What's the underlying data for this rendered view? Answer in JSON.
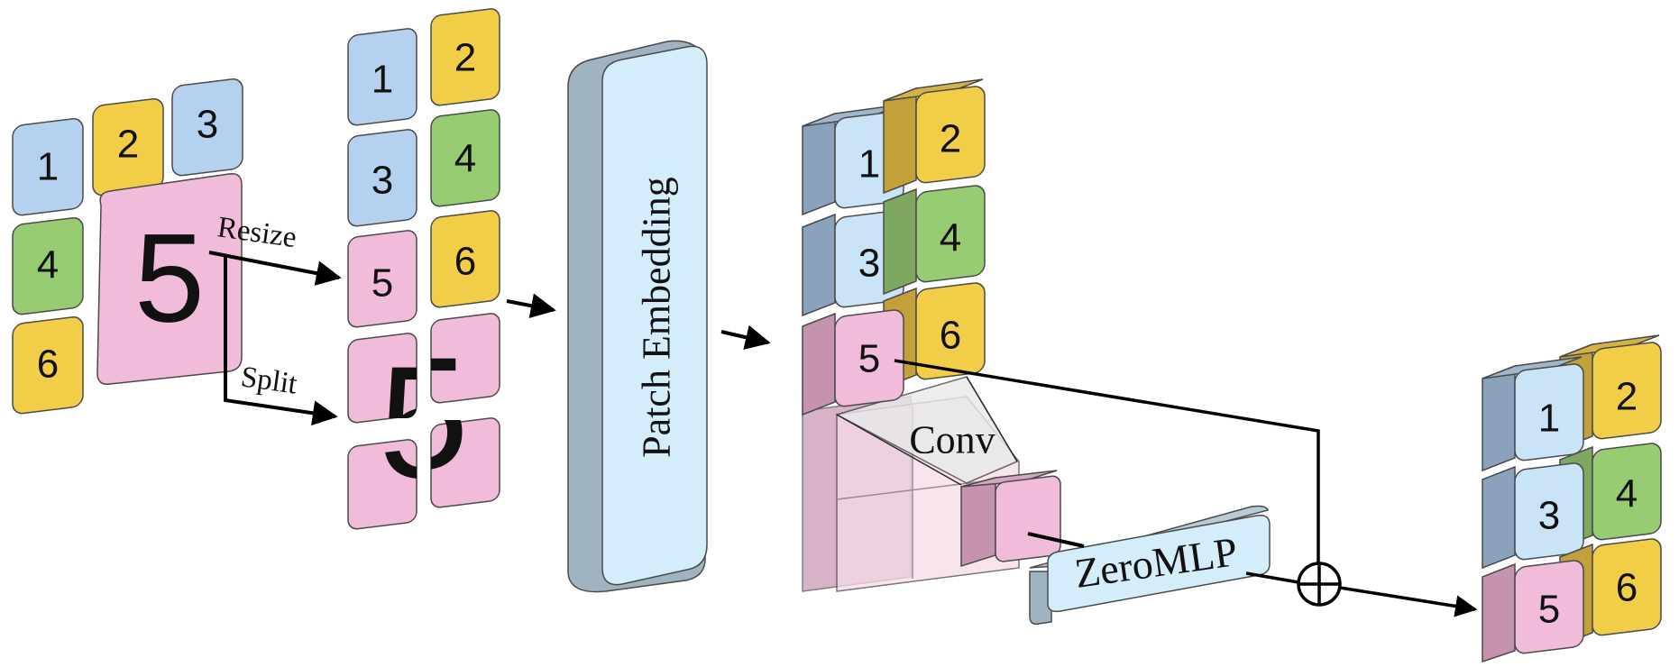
{
  "colors": {
    "blue": "#b4d2ef",
    "yellow": "#f2cd47",
    "green": "#98cc73",
    "pink": "#f0bcd9",
    "panel": "#d3eefa",
    "panel_side": "#9fb3c1",
    "stroke": "#4a4a4a"
  },
  "input_image": {
    "tiles": [
      "1",
      "2",
      "3",
      "4",
      "6"
    ],
    "large_tile": "5"
  },
  "labels": {
    "resize": "Resize",
    "split": "Split",
    "patch_embedding": "Patch Embedding",
    "conv": "Conv",
    "zero_mlp": "ZeroMLP"
  },
  "resized_grid": [
    "1",
    "2",
    "3",
    "4",
    "5",
    "6"
  ],
  "split_glyph": "5",
  "embedded_grid": [
    "1",
    "2",
    "3",
    "4",
    "5",
    "6"
  ],
  "output_grid": [
    "1",
    "2",
    "3",
    "4",
    "5",
    "6"
  ],
  "add_icon": "circle-plus-icon"
}
